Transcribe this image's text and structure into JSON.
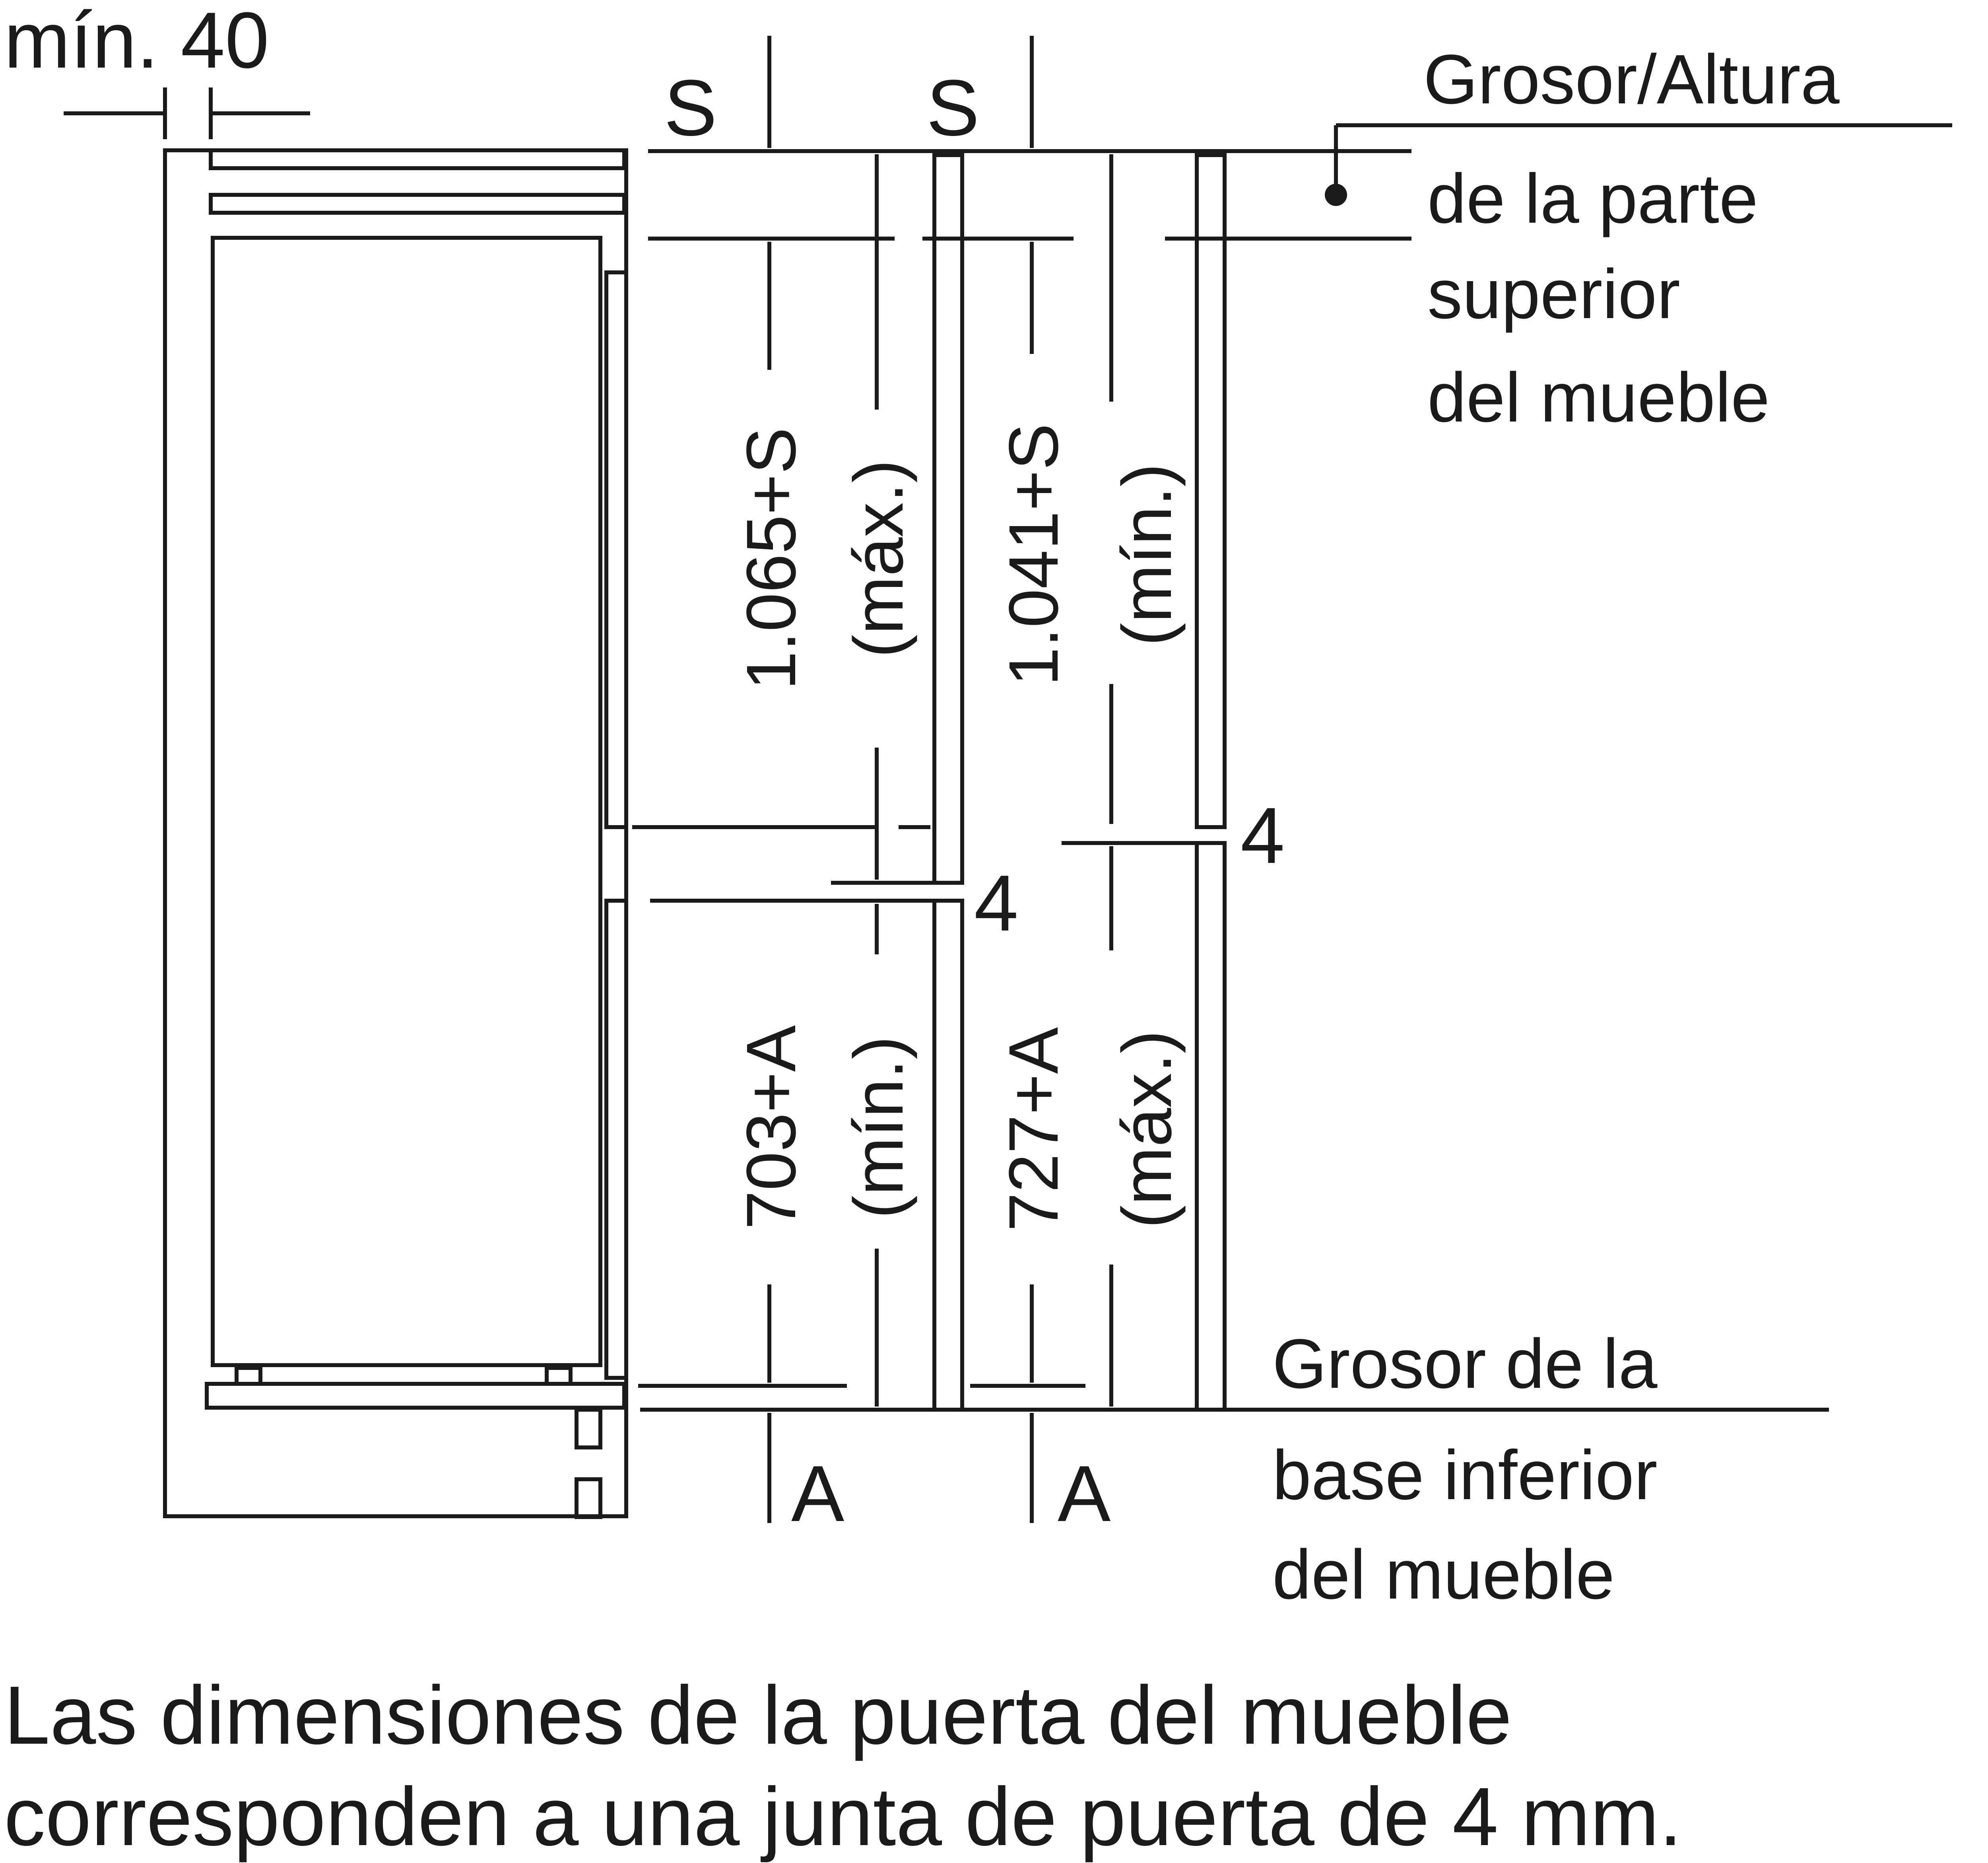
{
  "labels": {
    "min_gap": "mín. 40",
    "s_left": "S",
    "s_right": "S",
    "top_note": [
      "Grosor/Altura",
      "de la parte",
      "superior",
      "del mueble"
    ],
    "dim_top_left": "1.065+S",
    "dim_top_left_qual": "(máx.)",
    "dim_top_right": "1.041+S",
    "dim_top_right_qual": "(mín.)",
    "gap_right": "4",
    "gap_left": "4",
    "dim_bottom_left": "703+A",
    "dim_bottom_left_qual": "(mín.)",
    "dim_bottom_right": "727+A",
    "dim_bottom_right_qual": "(máx.)",
    "bottom_note": [
      "Grosor de la",
      "base inferior",
      "del mueble"
    ],
    "a_left": "A",
    "a_right": "A"
  },
  "caption": [
    "Las dimensiones de la puerta del mueble",
    "corresponden a una junta de puerta de 4 mm."
  ]
}
